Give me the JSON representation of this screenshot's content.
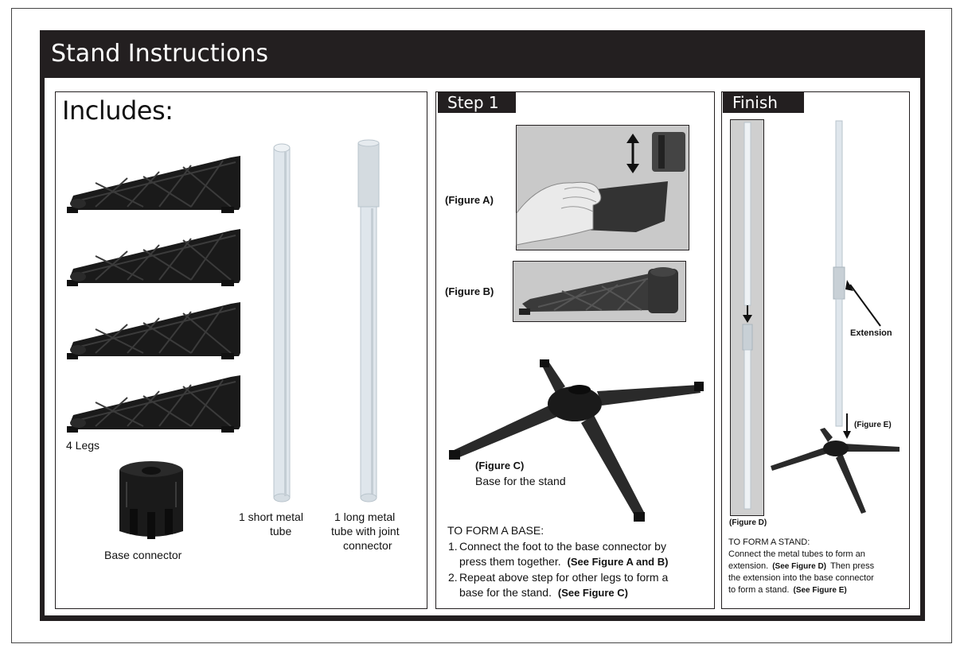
{
  "header": {
    "title": "Stand Instructions"
  },
  "includes": {
    "heading": "Includes:",
    "legs_label": "4 Legs",
    "base_connector_label": "Base connector",
    "short_tube_label_1": "1 short metal",
    "short_tube_label_2": "tube",
    "long_tube_label_1": "1 long metal",
    "long_tube_label_2": "tube with joint",
    "long_tube_label_3": "connector"
  },
  "step1": {
    "tag": "Step 1",
    "figure_a": "(Figure A)",
    "figure_b": "(Figure B)",
    "figure_c": "(Figure C)",
    "figure_c_caption": "Base for the stand",
    "instructions_heading": "TO FORM A BASE:",
    "item1_num": "1.",
    "item1_line1": "Connect the foot to the base connector by",
    "item1_line2": "press them together.",
    "item1_ref": "(See Figure A and B)",
    "item2_num": "2.",
    "item2_line1": "Repeat above step for other legs to form a",
    "item2_line2": "base for the stand.",
    "item2_ref": "(See Figure C)"
  },
  "finish": {
    "tag": "Finish",
    "figure_d": "(Figure D)",
    "figure_e": "(Figure E)",
    "extension_label": "Extension",
    "instructions_heading": "TO FORM A STAND:",
    "line1": "Connect the metal tubes to form an",
    "line2": "extension.",
    "ref_d": "(See Figure D)",
    "line2b": "Then press",
    "line3": "the extension into the base connector",
    "line4": "to form a stand.",
    "ref_e": "(See Figure E)"
  },
  "colors": {
    "dark": "#231f20",
    "tube": "#dfe6ec",
    "tube_shadow": "#b9c4cc",
    "leg": "#1a1a1a",
    "photo_bg": "#c9c9c9"
  }
}
